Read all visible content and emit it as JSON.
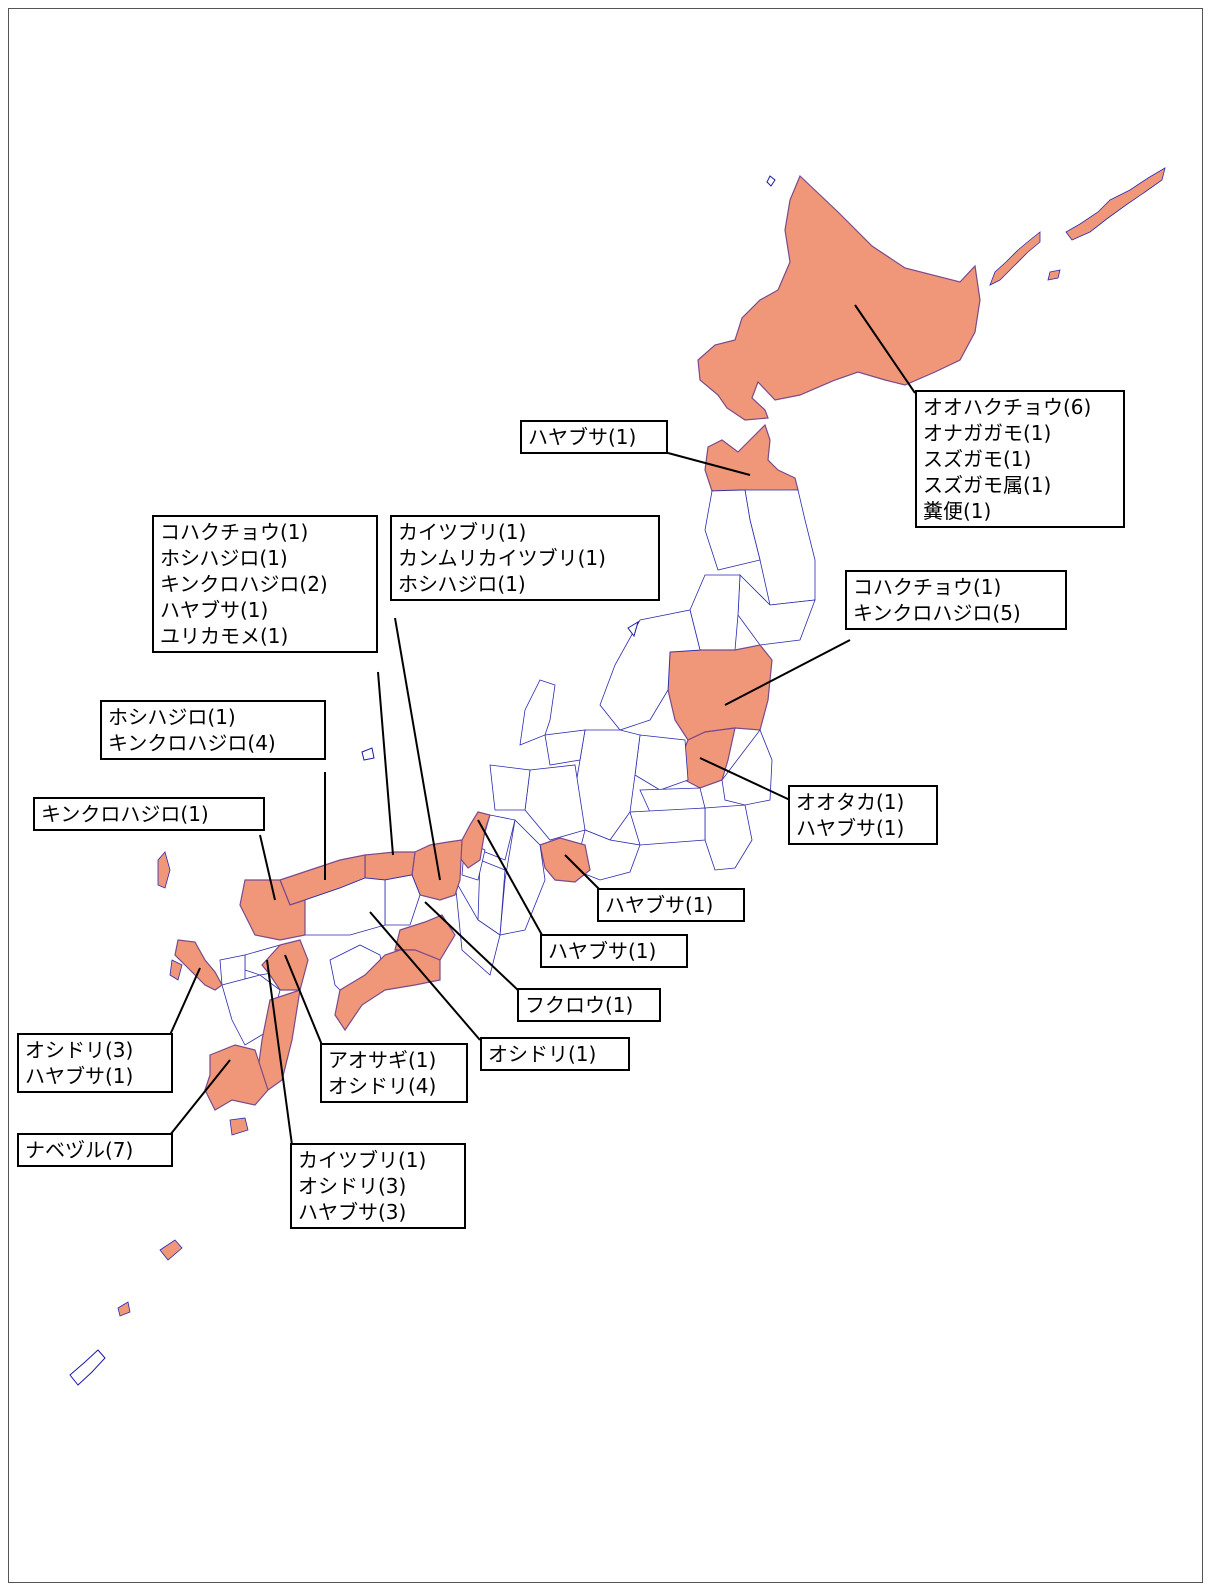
{
  "colors": {
    "highlight": "#f0977a",
    "border": "#2a2ab0"
  },
  "labels": [
    {
      "id": "hokkaido",
      "lines": [
        "オオハクチョウ(6)",
        "オナガガモ(1)",
        "スズガモ(1)",
        "スズガモ属(1)",
        "糞便(1)"
      ]
    },
    {
      "id": "aomori",
      "lines": [
        "ハヤブサ(1)"
      ]
    },
    {
      "id": "fukushima",
      "lines": [
        "コハクチョウ(1)",
        "キンクロハジロ(5)"
      ]
    },
    {
      "id": "tochigi",
      "lines": [
        "オオタカ(1)",
        "ハヤブサ(1)"
      ]
    },
    {
      "id": "aichi",
      "lines": [
        "ハヤブサ(1)"
      ]
    },
    {
      "id": "kyoto",
      "lines": [
        "ハヤブサ(1)"
      ]
    },
    {
      "id": "tottori",
      "lines": [
        "コハクチョウ(1)",
        "ホシハジロ(1)",
        "キンクロハジロ(2)",
        "ハヤブサ(1)",
        "ユリカモメ(1)"
      ]
    },
    {
      "id": "hyogo",
      "lines": [
        "カイツブリ(1)",
        "カンムリカイツブリ(1)",
        "ホシハジロ(1)"
      ]
    },
    {
      "id": "shimane",
      "lines": [
        "ホシハジロ(1)",
        "キンクロハジロ(4)"
      ]
    },
    {
      "id": "yamaguchi",
      "lines": [
        "キンクロハジロ(1)"
      ]
    },
    {
      "id": "tokushima",
      "lines": [
        "フクロウ(1)"
      ]
    },
    {
      "id": "kochi",
      "lines": [
        "オシドリ(1)"
      ]
    },
    {
      "id": "nagasaki",
      "lines": [
        "オシドリ(3)",
        "ハヤブサ(1)"
      ]
    },
    {
      "id": "oita",
      "lines": [
        "アオサギ(1)",
        "オシドリ(4)"
      ]
    },
    {
      "id": "kagoshima",
      "lines": [
        "ナベヅル(7)"
      ]
    },
    {
      "id": "miyazaki",
      "lines": [
        "カイツブリ(1)",
        "オシドリ(3)",
        "ハヤブサ(3)"
      ]
    }
  ]
}
